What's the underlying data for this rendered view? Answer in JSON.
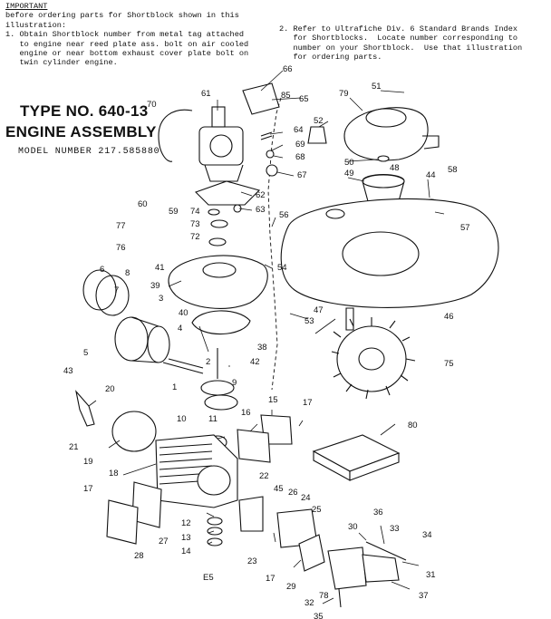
{
  "important": {
    "heading": "IMPORTANT",
    "intro": [
      "before ordering parts for Shortblock shown in this",
      "illustration:"
    ],
    "note1": [
      "1. Obtain Shortblock number from metal tag attached",
      "   to engine near reed plate ass. bolt on air cooled",
      "   engine or near bottom exhaust cover plate bolt on",
      "   twin cylinder engine."
    ],
    "note2": [
      "2. Refer to Ultrafiche Div. 6 Standard Brands Index",
      "   for Shortblocks.  Locate number corresponding to",
      "   number on your Shortblock.  Use that illustration",
      "   for ordering parts."
    ]
  },
  "title_line1": "TYPE NO. 640-13",
  "title_line2": "ENGINE ASSEMBLY",
  "model_number": "MODEL NUMBER 217.585880",
  "callouts": [
    "1",
    "2",
    "3",
    "4",
    "5",
    "6",
    "7",
    "8",
    "9",
    "10",
    "11",
    "12",
    "13",
    "14",
    "15",
    "16",
    "17",
    "17",
    "17",
    "18",
    "19",
    "20",
    "21",
    "22",
    "23",
    "24",
    "25",
    "26",
    "27",
    "28",
    "29",
    "30",
    "31",
    "32",
    "33",
    "34",
    "35",
    "36",
    "37",
    "38",
    "39",
    "40",
    "41",
    "42",
    "43",
    "44",
    "45",
    "46",
    "47",
    "48",
    "49",
    "50",
    "51",
    "52",
    "53",
    "54",
    "56",
    "57",
    "58",
    "59",
    "60",
    "61",
    "62",
    "63",
    "64",
    "65",
    "66",
    "67",
    "68",
    "69",
    "70",
    "72",
    "73",
    "74",
    "75",
    "76",
    "77",
    "78",
    "79",
    "80",
    "85"
  ],
  "bottom_code": "E5"
}
